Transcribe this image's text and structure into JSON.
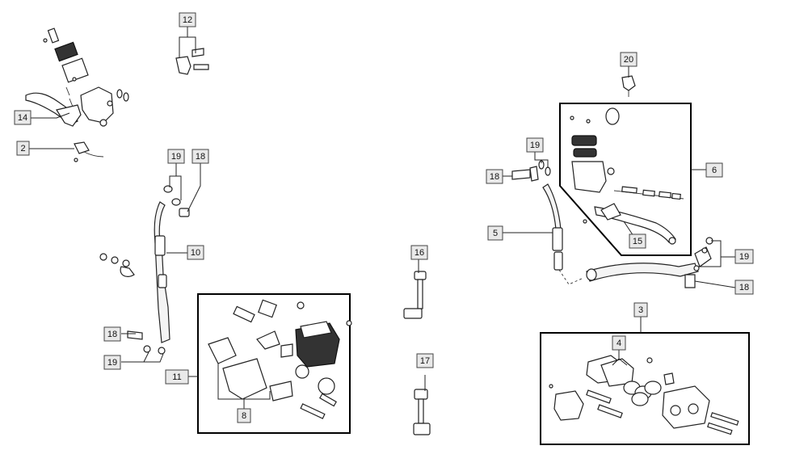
{
  "callouts": {
    "c2": "2",
    "c3": "3",
    "c4": "4",
    "c5": "5",
    "c6": "6",
    "c8": "8",
    "c10": "10",
    "c11": "11",
    "c12": "12",
    "c14": "14",
    "c15": "15",
    "c16": "16",
    "c17": "17",
    "c18a": "18",
    "c18b": "18",
    "c18c": "18",
    "c18d": "18",
    "c19a": "19",
    "c19b": "19",
    "c19c": "19",
    "c19d": "19",
    "c20": "20"
  }
}
